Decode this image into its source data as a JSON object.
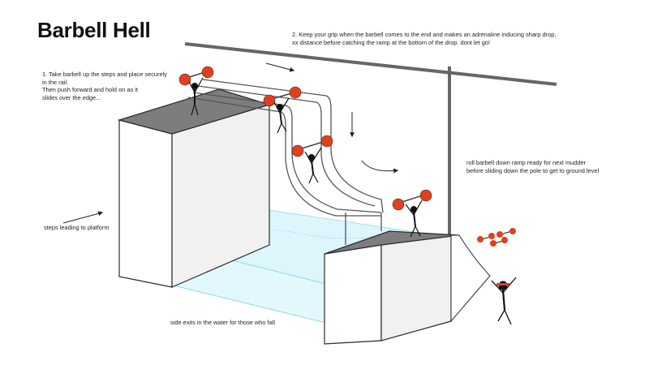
{
  "title": "Barbell Hell",
  "annotations": {
    "step1": {
      "lines": [
        "1. Take barbell up the steps and place securely",
        "in the rail.",
        "Then push forward and hold on as it",
        "slides over the edge..."
      ]
    },
    "step2": {
      "lines": [
        "2. Keep your grip when the barbell comes to the end and makes an adrenaline inducing sharp drop,",
        "xx distance before catching the ramp at the bottom of the drop. dont let go!"
      ]
    },
    "steps_label": "steps leading to platform",
    "roll_down": {
      "lines": [
        "roll barbell down ramp ready for next mudder",
        "before sliding down the pole to get to ground level"
      ]
    },
    "side_exits": "side exits in the water for those who fall"
  },
  "colors": {
    "barbell_weight": "#e0401c",
    "water": "#d4f3fa",
    "water_edge": "#7fd3ee",
    "platform_top": "#7d7d7d",
    "platform_face": "#f3f3f3",
    "outline": "#2b2b2b",
    "figure": "#111111"
  }
}
